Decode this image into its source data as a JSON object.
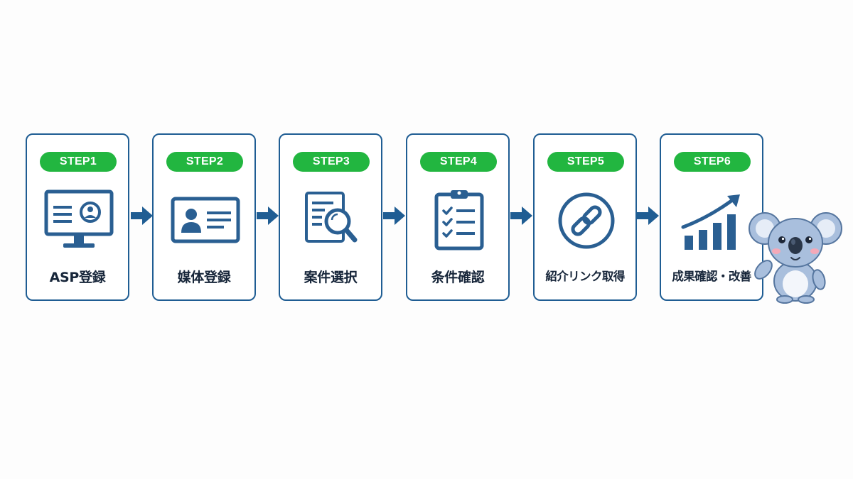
{
  "colors": {
    "border": "#1f5d93",
    "icon": "#2a5f92",
    "badge": "#22b640",
    "arrow": "#1f5d93",
    "label": "#17263a"
  },
  "steps": [
    {
      "badge": "STEP1",
      "label": "ASP登録",
      "icon": "monitor-profile-icon"
    },
    {
      "badge": "STEP2",
      "label": "媒体登録",
      "icon": "id-card-icon"
    },
    {
      "badge": "STEP3",
      "label": "案件選択",
      "icon": "document-search-icon"
    },
    {
      "badge": "STEP4",
      "label": "条件確認",
      "icon": "checklist-clipboard-icon"
    },
    {
      "badge": "STEP5",
      "label": "紹介リンク取得",
      "icon": "link-icon"
    },
    {
      "badge": "STEP6",
      "label": "成果確認・改善",
      "icon": "growth-chart-icon"
    }
  ],
  "mascot": {
    "icon": "koala-mascot-icon"
  }
}
